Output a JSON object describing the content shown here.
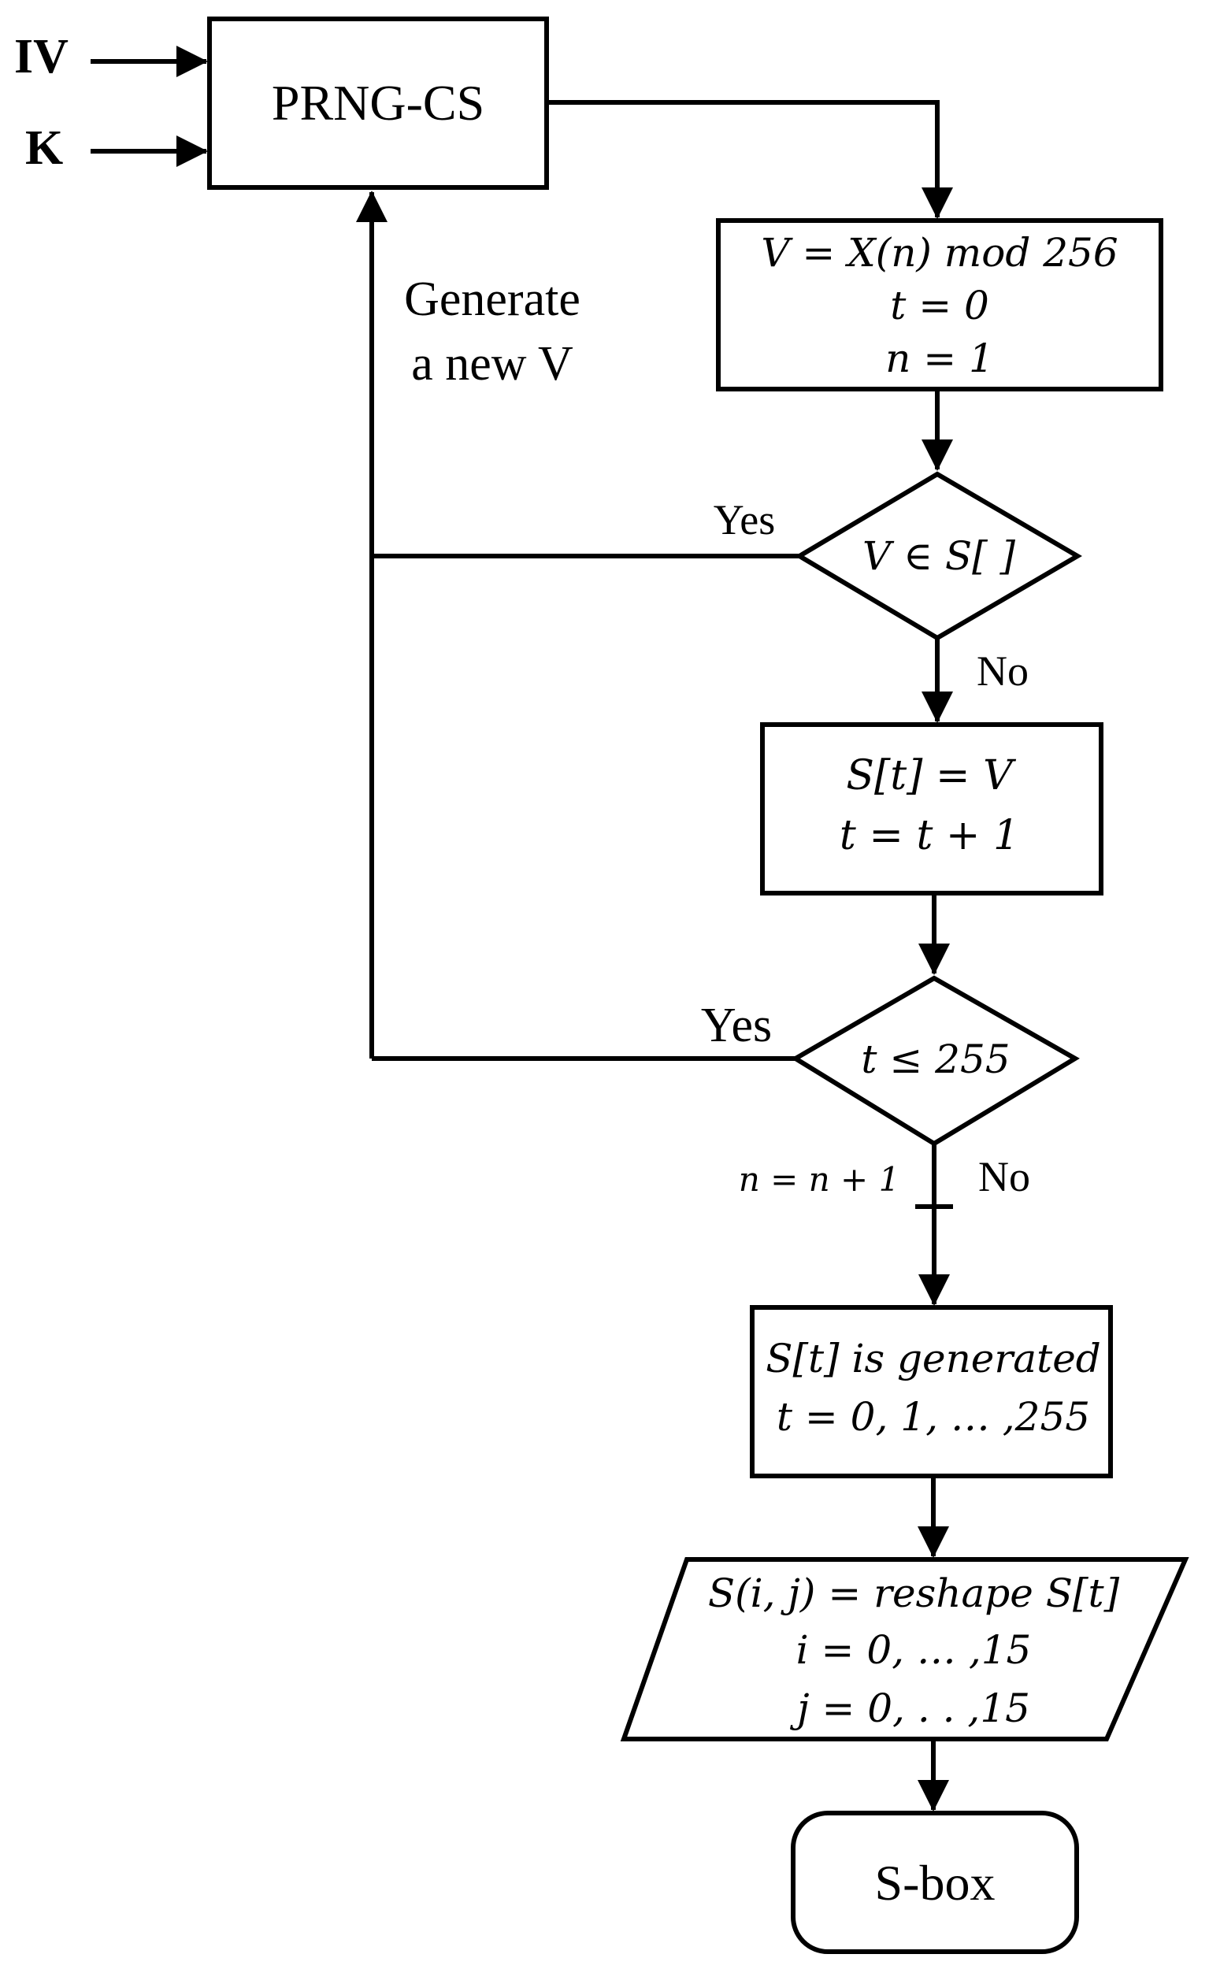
{
  "inputs": {
    "iv": "IV",
    "k": "K"
  },
  "prng": {
    "label": "PRNG-CS"
  },
  "init": {
    "line1": "V = X(n) mod 256",
    "line2": "t = 0",
    "line3": "n = 1"
  },
  "feedback": {
    "line1": "Generate",
    "line2": "a new V"
  },
  "decision1": {
    "label": "V ∈ S[ ]",
    "yes": "Yes",
    "no": "No"
  },
  "assign": {
    "line1": "S[t] = V",
    "line2": "t = t + 1"
  },
  "decision2": {
    "label": "t ≤ 255",
    "yes": "Yes",
    "no": "No",
    "increment": "n = n + 1"
  },
  "generated": {
    "line1": "S[t] is generated",
    "line2": "t = 0, 1, … ,255"
  },
  "reshape": {
    "line1": "S(i, j) = reshape S[t]",
    "line2": "i = 0, … ,15",
    "line3": "j = 0, . . ,15"
  },
  "terminal": {
    "label": "S-box"
  },
  "colors": {
    "stroke": "#000000",
    "fill": "#ffffff"
  }
}
